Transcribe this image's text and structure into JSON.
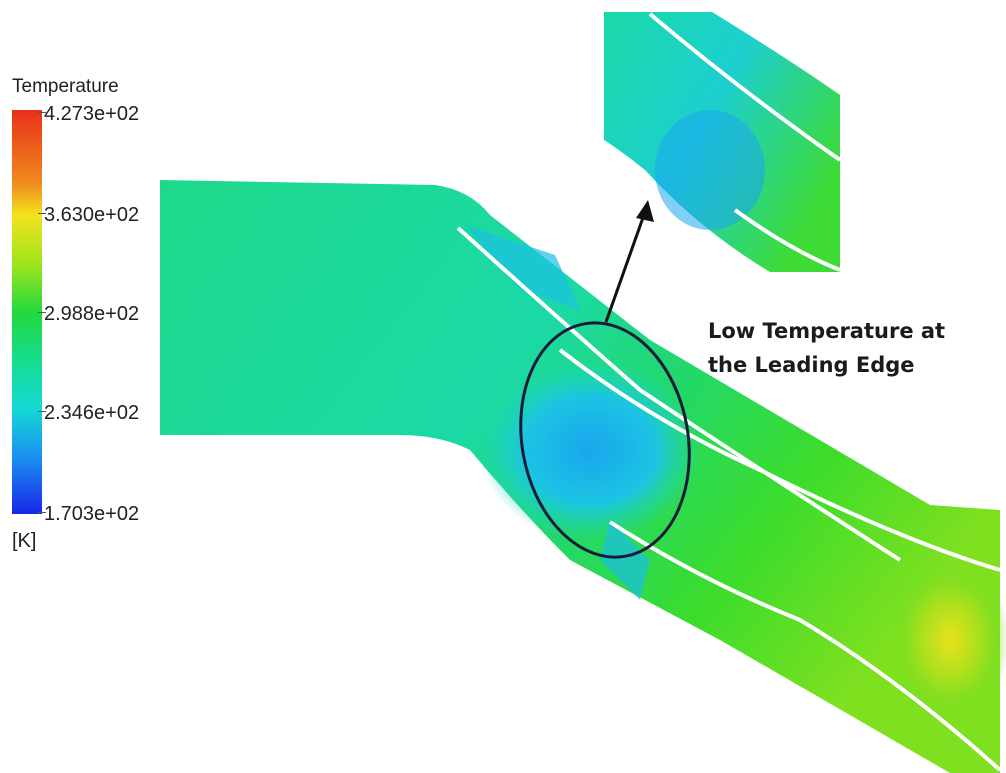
{
  "legend": {
    "title": "Temperature",
    "unit": "[K]",
    "ticks": [
      "4.273e+02",
      "3.630e+02",
      "2.988e+02",
      "2.346e+02",
      "1.703e+02"
    ],
    "colors": [
      "#e8301a",
      "#f3e21e",
      "#23d83c",
      "#14d9d6",
      "#1726e6"
    ]
  },
  "annotation": {
    "line1": "Low Temperature at",
    "line2": "the Leading Edge"
  }
}
